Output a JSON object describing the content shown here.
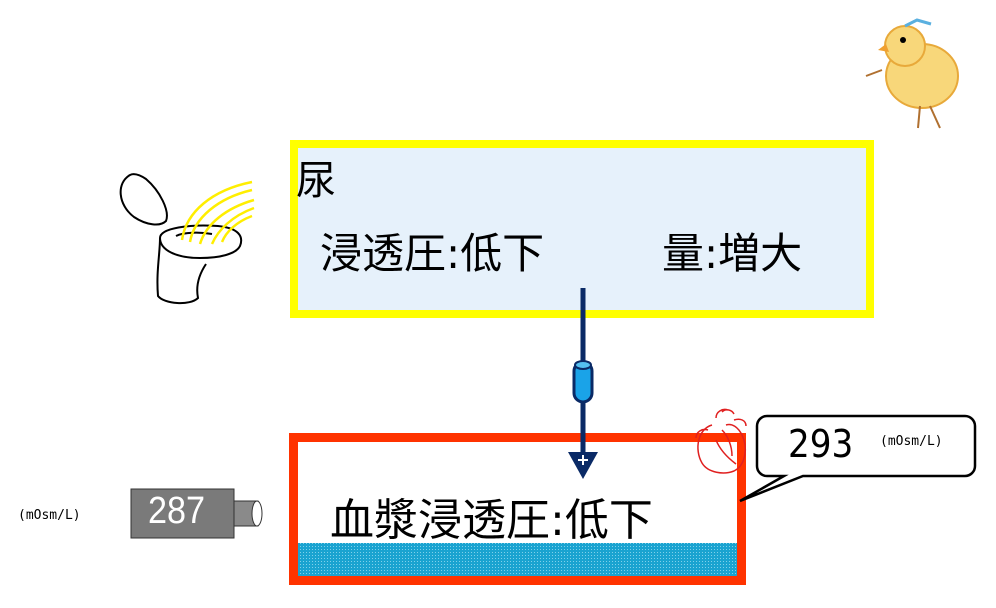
{
  "urine_box": {
    "title": "尿",
    "osmolality": "浸透圧:低下",
    "volume": "量:増大"
  },
  "plasma_box": {
    "label": "血漿浸透圧:低下"
  },
  "meter": {
    "value": "287",
    "unit": "(mOsm/L)"
  },
  "callout": {
    "value": "293",
    "unit": "(mOsm/L)"
  },
  "colors": {
    "urine_border": "#ffff00",
    "urine_fill": "#e6f1fb",
    "plasma_border": "#ff3300",
    "plasma_fluid": "#1aa3d0",
    "arrow": "#0a2a66"
  }
}
